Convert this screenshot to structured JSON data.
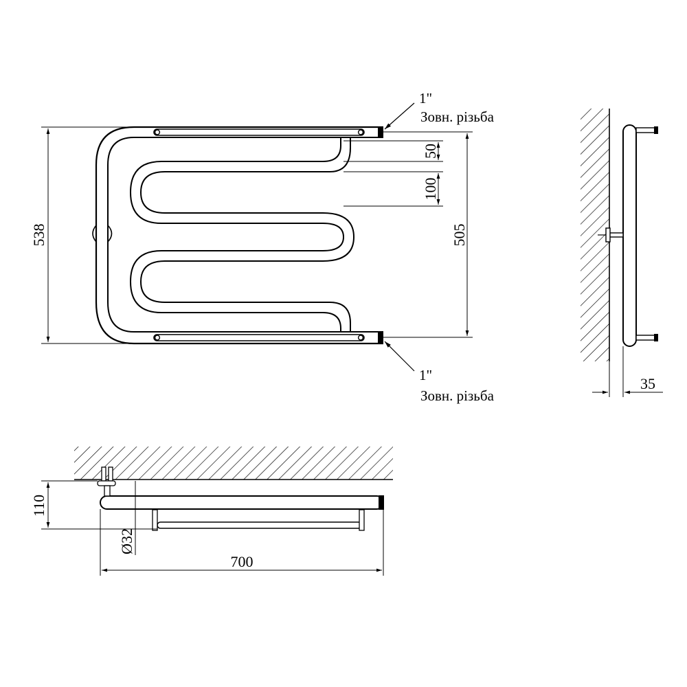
{
  "front_view": {
    "height_overall": "538",
    "height_axis": "505",
    "bend_gap_top": "50",
    "bend_pitch": "100",
    "top_thread_size": "1\"",
    "top_thread_label": "Зовн. різьба",
    "bottom_thread_size": "1\"",
    "bottom_thread_label": "Зовн. різьба"
  },
  "side_view": {
    "wall_offset": "35"
  },
  "top_view": {
    "depth": "110",
    "tube_diameter": "Ø32",
    "width": "700"
  },
  "colors": {
    "line": "#000000",
    "background": "#ffffff",
    "tube_fill": "#ffffff"
  }
}
